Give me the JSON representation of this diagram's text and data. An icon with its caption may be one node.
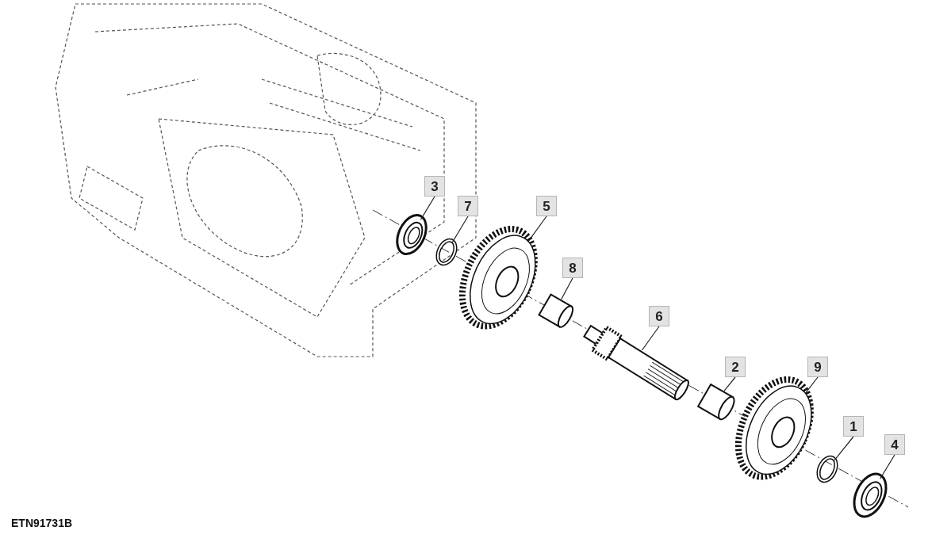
{
  "diagram": {
    "nodes": [
      {
        "text": [
          "3"
        ]
      },
      {
        "text": [
          "7"
        ]
      },
      {
        "text": [
          "5"
        ]
      },
      {
        "text": [
          "8"
        ]
      },
      {
        "text": [
          "6"
        ]
      },
      {
        "text": [
          "2"
        ]
      },
      {
        "text": [
          "9"
        ]
      },
      {
        "text": [
          "1"
        ]
      },
      {
        "text": [
          "4"
        ]
      },
      {
        "text": [],
        "shape": "picture"
      },
      {
        "text": [],
        "shape": "circle"
      },
      {
        "text": [],
        "shape": "picture"
      },
      {
        "text": [],
        "shape": "picture"
      },
      {
        "text": [],
        "shape": "picture"
      },
      {
        "text": [],
        "shape": "picture"
      },
      {
        "text": [],
        "shape": "picture"
      },
      {
        "text": [],
        "shape": "circle"
      },
      {
        "text": [],
        "shape": "picture"
      }
    ],
    "edges": [
      {
        "from": 0,
        "to": 9,
        "arrow": "none"
      },
      {
        "from": 1,
        "to": 10,
        "arrow": "none"
      },
      {
        "from": 2,
        "to": 11,
        "arrow": "none"
      },
      {
        "from": 3,
        "to": 12,
        "arrow": "none"
      },
      {
        "from": 4,
        "to": 13,
        "arrow": "none"
      },
      {
        "from": 5,
        "to": 14,
        "arrow": "none"
      },
      {
        "from": 6,
        "to": 15,
        "arrow": "none"
      },
      {
        "from": 7,
        "to": 16,
        "arrow": "none"
      },
      {
        "from": 8,
        "to": 17,
        "arrow": "none"
      }
    ],
    "labels": [
      "ETN91731B"
    ]
  }
}
